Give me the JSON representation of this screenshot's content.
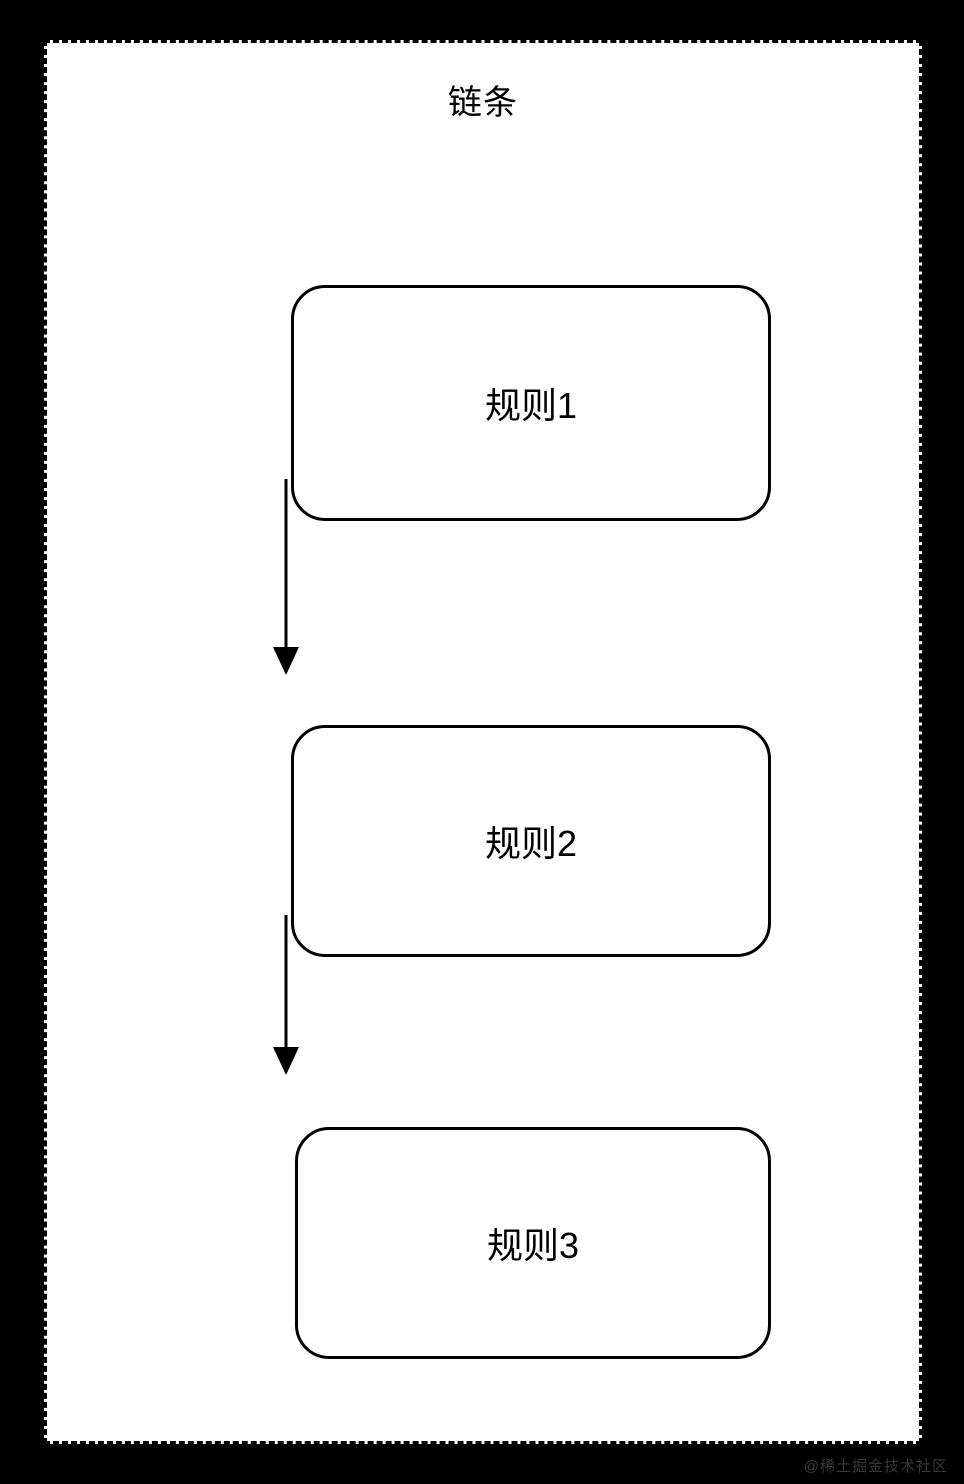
{
  "diagram": {
    "type": "flowchart",
    "direction": "top-to-bottom",
    "subgraph_title": "链条",
    "nodes": [
      {
        "id": "rule1",
        "label": "规则1",
        "shape": "rounded-rectangle"
      },
      {
        "id": "rule2",
        "label": "规则2",
        "shape": "rounded-rectangle"
      },
      {
        "id": "rule3",
        "label": "规则3",
        "shape": "rounded-rectangle"
      }
    ],
    "edges": [
      {
        "from": "rule1",
        "to": "rule2",
        "style": "solid-arrow",
        "label": ""
      },
      {
        "from": "rule2",
        "to": "rule3",
        "style": "solid-arrow",
        "label": ""
      }
    ],
    "colors": {
      "background": "#000000",
      "panel": "#ffffff",
      "stroke": "#000000",
      "text": "#000000"
    }
  },
  "watermark": "@稀土掘金技术社区"
}
